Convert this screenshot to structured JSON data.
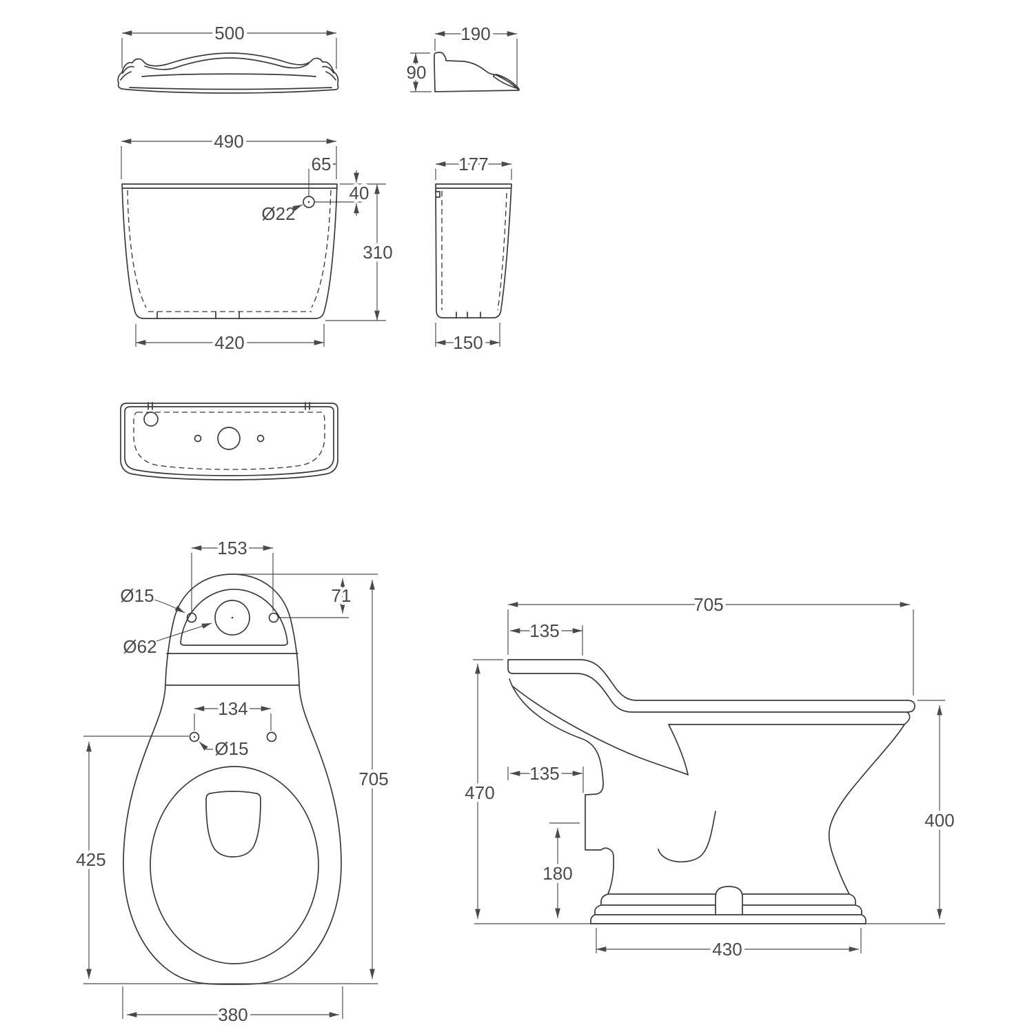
{
  "colors": {
    "background": "#ffffff",
    "line": "#3a3a3a",
    "dimension": "#4a4a4a"
  },
  "views": {
    "lid_front": {
      "width": "500"
    },
    "lid_side": {
      "depth": "190",
      "height": "90"
    },
    "cistern_front": {
      "top_width": "490",
      "hole_offset": "65",
      "hole_drop": "40",
      "hole_diameter": "Ø22",
      "height": "310",
      "bottom_width": "420"
    },
    "cistern_side": {
      "top_depth": "177",
      "bottom_depth": "150"
    },
    "cistern_top": {},
    "pan_top": {
      "fixing_hole_spacing": "153",
      "fixing_hole_offset": "71",
      "fixing_hole_diameter": "Ø15",
      "flush_hole_diameter": "Ø62",
      "seat_hole_spacing": "134",
      "seat_hole_diameter": "Ø15",
      "bowl_length": "425",
      "total_length": "705",
      "bowl_width": "380"
    },
    "pan_side": {
      "total_depth": "705",
      "shelf_depth": "135",
      "ledge_depth": "135",
      "total_height": "470",
      "outlet_height": "180",
      "rim_height": "400",
      "base_width": "430"
    }
  }
}
